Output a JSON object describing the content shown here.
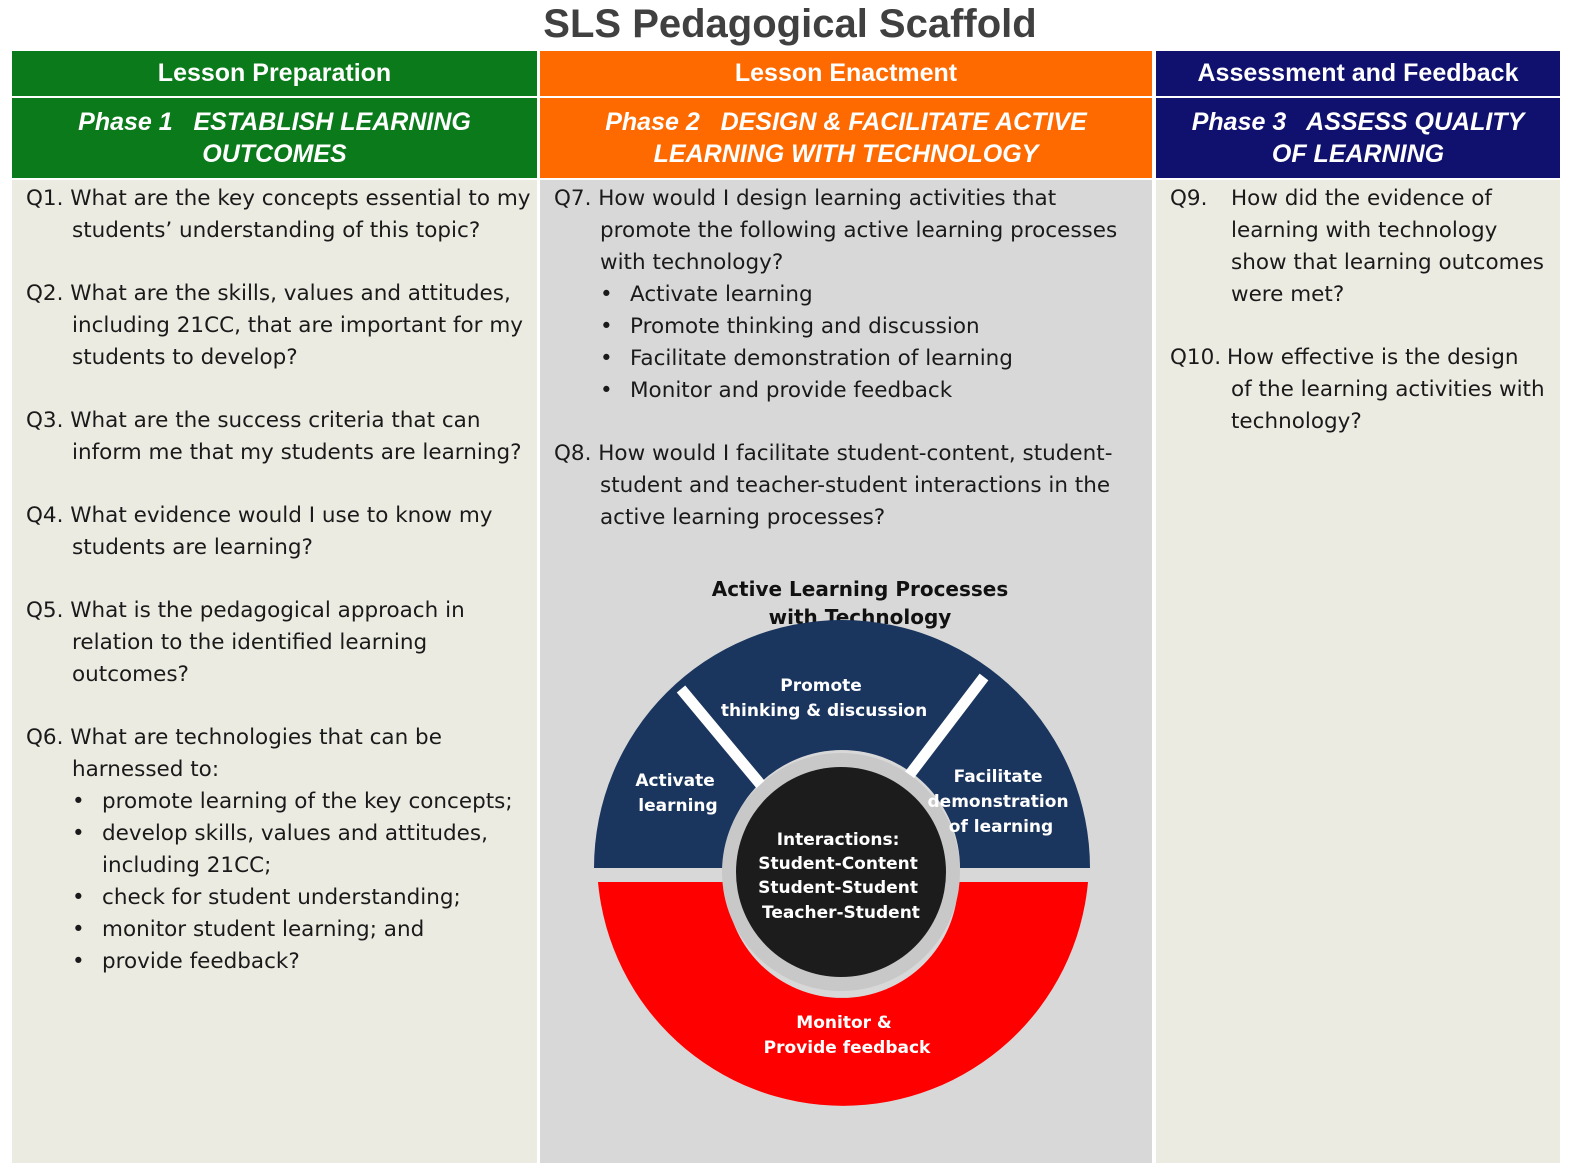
{
  "title": "SLS Pedagogical Scaffold",
  "columns": [
    {
      "header": "Lesson Preparation",
      "phase_line1": "Phase 1   ESTABLISH LEARNING",
      "phase_line2": "OUTCOMES",
      "color": "#0a7a1a"
    },
    {
      "header": "Lesson Enactment",
      "phase_line1": "Phase 2   DESIGN & FACILITATE ACTIVE",
      "phase_line2": "LEARNING WITH TECHNOLOGY",
      "color": "#ff6a00"
    },
    {
      "header": "Assessment and Feedback",
      "phase_line1": "Phase 3   ASSESS QUALITY",
      "phase_line2": "OF LEARNING",
      "color": "#10106e"
    }
  ],
  "col1": {
    "q1": [
      "Q1. What are the key concepts essential to my",
      "students’ understanding of this topic?"
    ],
    "q2": [
      "Q2. What are the skills, values and attitudes,",
      "including 21CC, that are important for my",
      "students to develop?"
    ],
    "q3": [
      "Q3. What are the success criteria that can",
      "inform me that my students are learning?"
    ],
    "q4": [
      "Q4. What evidence would I use to know my",
      "students are learning?"
    ],
    "q5": [
      "Q5. What is the pedagogical approach in",
      "relation to the identified learning",
      "outcomes?"
    ],
    "q6": [
      "Q6. What are technologies that can be",
      "harnessed to:"
    ],
    "q6_bullets": [
      "promote learning of the key concepts;",
      "develop skills, values and attitudes,",
      "check for student understanding;",
      "monitor student learning; and",
      "provide feedback?"
    ],
    "q6_bullet2_cont": "including 21CC;"
  },
  "col2": {
    "q7": [
      "Q7. How would I design learning activities that",
      "promote the following active learning processes",
      "with technology?"
    ],
    "q7_bullets": [
      "Activate learning",
      "Promote thinking and discussion",
      "Facilitate demonstration of learning",
      "Monitor and provide feedback"
    ],
    "q8": [
      "Q8. How would I facilitate student-content, student-",
      "student and teacher-student interactions in the",
      "active learning processes?"
    ],
    "diagram_title": [
      "Active Learning Processes",
      "with Technology"
    ],
    "diagram": {
      "activate": [
        "Activate",
        "learning"
      ],
      "promote": [
        "Promote",
        "thinking & discussion"
      ],
      "facilitate": [
        "Facilitate",
        "demonstration",
        "of learning"
      ],
      "monitor": [
        "Monitor &",
        "Provide feedback"
      ],
      "center": [
        "Interactions:",
        "Student-Content",
        "Student-Student",
        "Teacher-Student"
      ],
      "colors": {
        "navy": "#1a355e",
        "red": "#ff0000",
        "center": "#1c1c1c",
        "ring": "#c8c8c8"
      }
    }
  },
  "col3": {
    "q9_label": "Q9.",
    "q9": [
      "How did the evidence of",
      "learning with technology",
      "show that learning outcomes",
      "were met?"
    ],
    "q10_label": "Q10.",
    "q10": [
      "How effective is  the design",
      "of the learning activities with",
      "technology?"
    ]
  }
}
